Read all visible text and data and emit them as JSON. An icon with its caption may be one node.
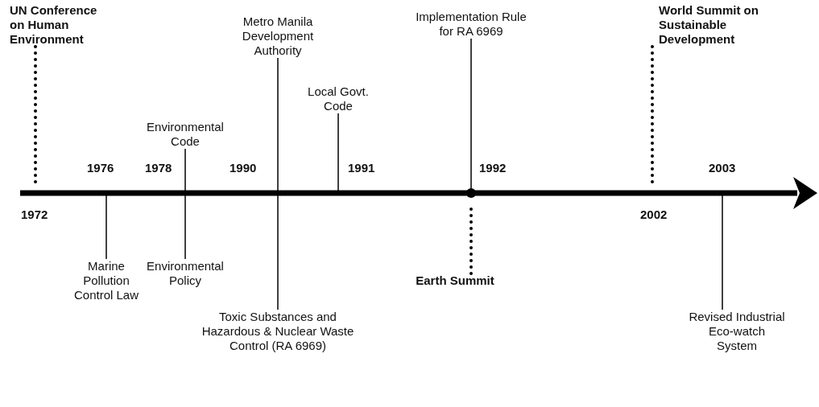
{
  "diagram": {
    "nodes": [
      {
        "text": [
          "UN Conference on Human Environment"
        ]
      },
      {
        "text": [
          "Environmental Code"
        ]
      },
      {
        "text": [
          "Metro Manila Development Authority"
        ]
      },
      {
        "text": [
          "Local Govt. Code"
        ]
      },
      {
        "text": [
          "Implementation Rule for RA 6969"
        ]
      },
      {
        "text": [
          "World Summit on Sustainable Development"
        ]
      },
      {
        "text": [
          "Marine Pollution Control Law"
        ]
      },
      {
        "text": [
          "Environmental Policy"
        ]
      },
      {
        "text": [
          "Toxic Substances and Hazardous & Nuclear Waste Control (RA 6969)"
        ]
      },
      {
        "text": [
          "Earth Summit"
        ]
      },
      {
        "text": [
          "Revised Industrial Eco-watch System"
        ]
      }
    ],
    "edges": [
      {
        "from": 0,
        "to": null,
        "arrow": "none",
        "style": "dashed"
      },
      {
        "from": 1,
        "to": null,
        "arrow": "none"
      },
      {
        "from": 2,
        "to": null,
        "arrow": "none"
      },
      {
        "from": 3,
        "to": null,
        "arrow": "none"
      },
      {
        "from": 4,
        "to": null,
        "arrow": "other"
      },
      {
        "from": 5,
        "to": null,
        "arrow": "none",
        "style": "dashed"
      },
      {
        "from": 6,
        "to": null,
        "arrow": "none"
      },
      {
        "from": 7,
        "to": null,
        "arrow": "none"
      },
      {
        "from": 8,
        "to": null,
        "arrow": "none"
      },
      {
        "from": 9,
        "to": null,
        "arrow": "none",
        "style": "dashed"
      },
      {
        "from": 10,
        "to": null,
        "arrow": "none"
      }
    ],
    "labels": [
      "1972",
      "1976",
      "1978",
      "1990",
      "1991",
      "1992",
      "2002",
      "2003"
    ]
  }
}
